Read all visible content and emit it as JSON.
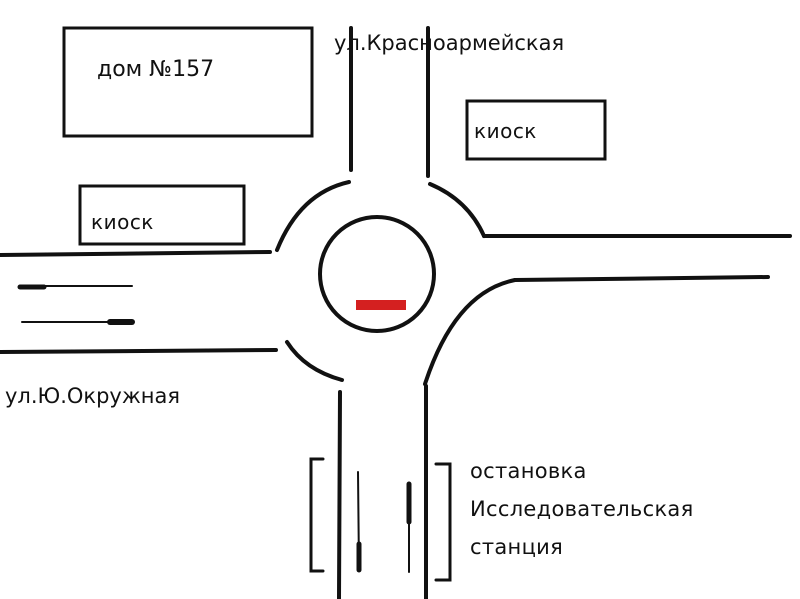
{
  "buildings": {
    "house_label": "дом №157",
    "kiosk_right_label": "киоск",
    "kiosk_left_label": "киоск"
  },
  "streets": {
    "north": "ул.Красноармейская",
    "west": "ул.Ю.Окружная"
  },
  "bus_stop": {
    "line1": "остановка",
    "line2": "Исследовательская",
    "line3": "станция"
  },
  "colors": {
    "lines": "#111111",
    "marker": "#d42020",
    "background": "#ffffff"
  }
}
